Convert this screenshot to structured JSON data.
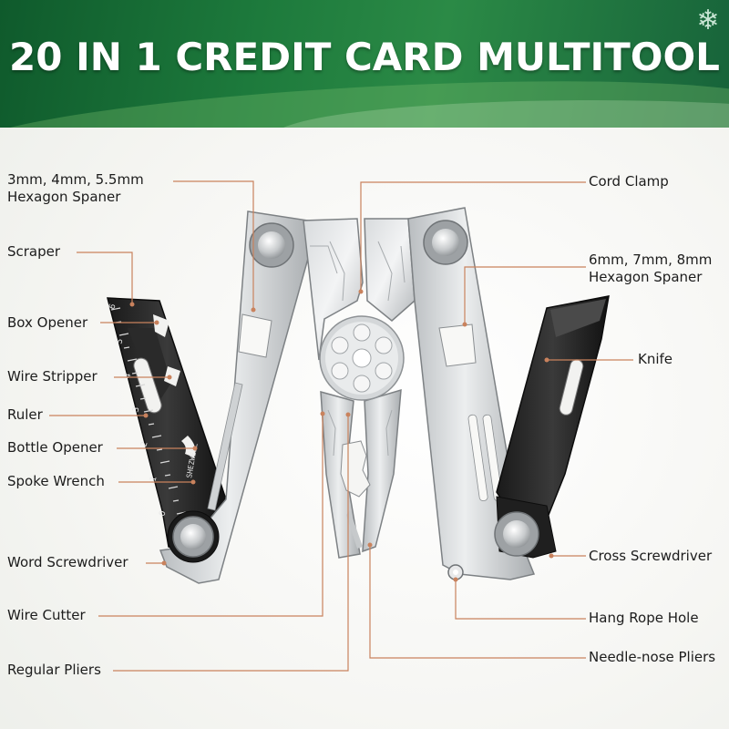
{
  "banner": {
    "title": "20 IN 1 CREDIT CARD MULTITOOL",
    "icon": "snowflake-icon",
    "colors": {
      "dark": "#0f5a2c",
      "mid": "#2b8a46",
      "text": "#ffffff"
    }
  },
  "leader_color": "#c9825d",
  "tool_engraving": "SHEZWELL",
  "ruler_numbers": [
    "6",
    "5",
    "4",
    "3",
    "2",
    "1",
    "0"
  ],
  "labels": {
    "hex_spanner_small_line1": "3mm, 4mm, 5.5mm",
    "hex_spanner_small_line2": "Hexagon Spaner",
    "scraper": "Scraper",
    "box_opener": "Box Opener",
    "wire_stripper": "Wire Stripper",
    "ruler": "Ruler",
    "bottle_opener": "Bottle Opener",
    "spoke_wrench": "Spoke Wrench",
    "word_screwdriver": "Word Screwdriver",
    "wire_cutter": "Wire Cutter",
    "regular_pliers": "Regular Pliers",
    "cord_clamp": "Cord Clamp",
    "hex_spanner_large_line1": "6mm, 7mm, 8mm",
    "hex_spanner_large_line2": "Hexagon Spaner",
    "knife": "Knife",
    "cross_screwdriver": "Cross Screwdriver",
    "hang_rope_hole": "Hang Rope Hole",
    "needle_nose_pliers": "Needle-nose Pliers"
  }
}
